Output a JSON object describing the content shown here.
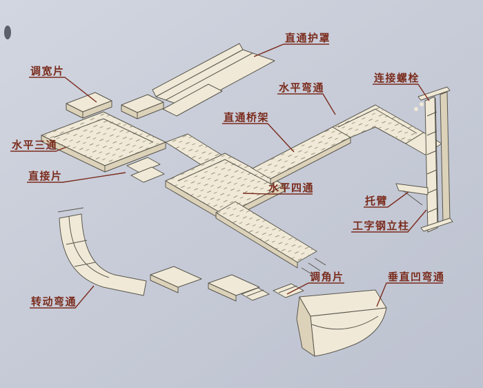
{
  "labels": {
    "straight_cover": "直通护罩",
    "width_adjust_piece": "调宽片",
    "horizontal_tee": "水平三通",
    "connector_piece": "直接片",
    "horizontal_elbow": "水平弯通",
    "connecting_bolt": "连接螺栓",
    "straight_tray": "直通桥架",
    "horizontal_cross": "水平四通",
    "support_arm": "托臂",
    "i_beam_column": "工字钢立柱",
    "angle_adjust_piece": "调角片",
    "vertical_concave_elbow": "垂直凹弯通",
    "rotating_elbow": "转动弯通"
  },
  "colors": {
    "background": "#c8ccd8",
    "label_text": "#7a2b1c",
    "line_work": "#56544a",
    "tray_fill": "#f0e9d7"
  }
}
